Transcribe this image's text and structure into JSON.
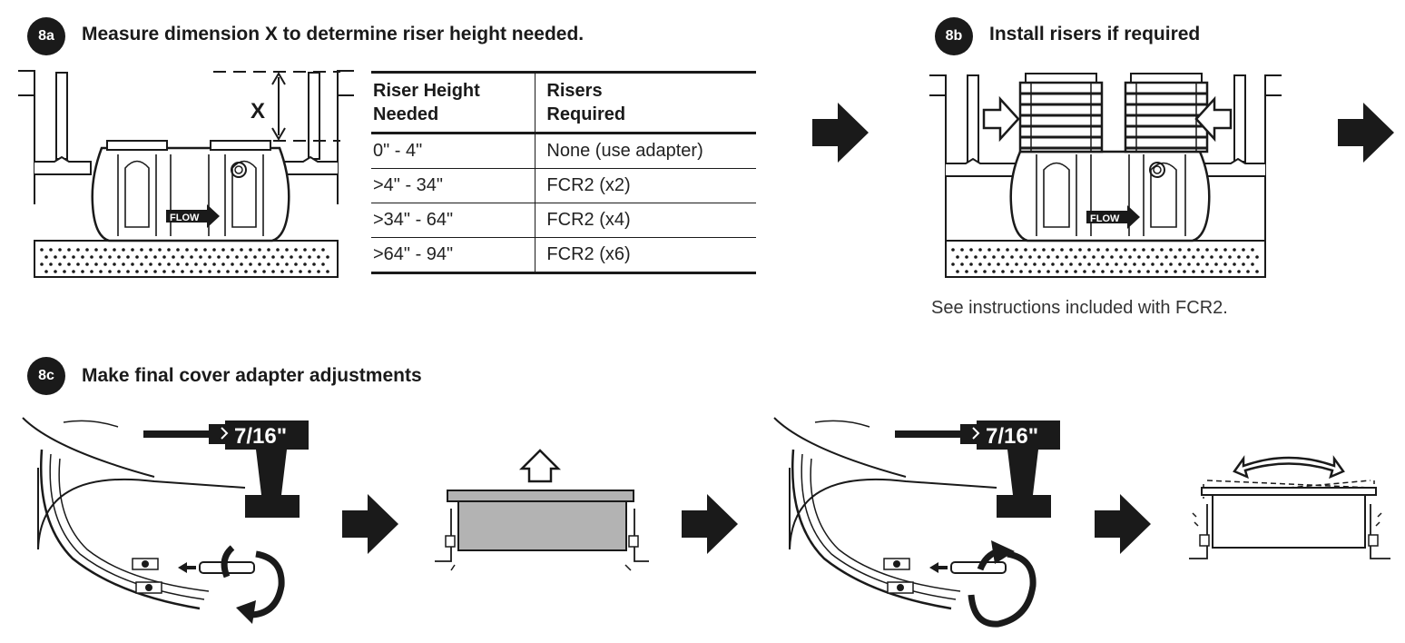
{
  "step_8a": {
    "badge": "8a",
    "title": "Measure dimension X to determine riser height needed.",
    "dimension_label": "X",
    "flow_label": "FLOW"
  },
  "riser_table": {
    "headers": [
      "Riser Height\nNeeded",
      "Risers\nRequired"
    ],
    "rows": [
      [
        "0\" - 4\"",
        "None (use adapter)"
      ],
      [
        ">4\" - 34\"",
        "FCR2 (x2)"
      ],
      [
        ">34\" - 64\"",
        "FCR2 (x4)"
      ],
      [
        ">64\" - 94\"",
        "FCR2 (x6)"
      ]
    ]
  },
  "step_8b": {
    "badge": "8b",
    "title": "Install risers if required",
    "flow_label": "FLOW",
    "note": "See instructions included with FCR2."
  },
  "step_8c": {
    "badge": "8c",
    "title": "Make final cover adapter adjustments",
    "socket_label_1": "7/16\"",
    "socket_label_2": "7/16\""
  }
}
